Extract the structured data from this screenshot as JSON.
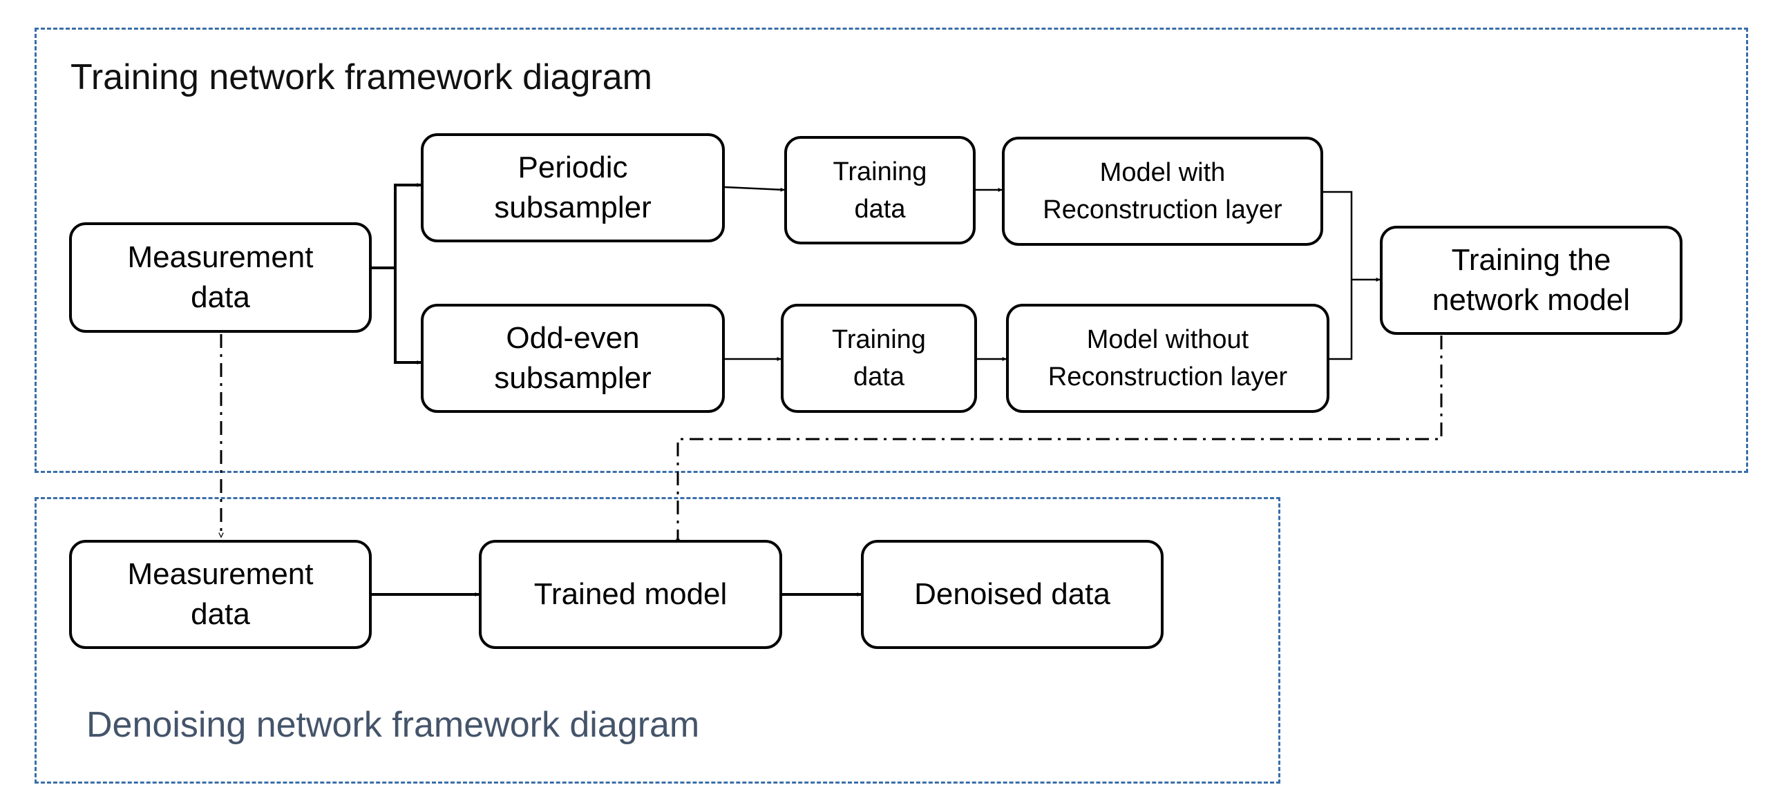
{
  "training_group": {
    "title": "Training network framework diagram",
    "nodes": {
      "measurement": "Measurement\ndata",
      "periodic_subsampler": "Periodic\nsubsampler",
      "odd_even_subsampler": "Odd-even\nsubsampler",
      "training_data_top": "Training\ndata",
      "training_data_bottom": "Training\ndata",
      "model_with": "Model with\nReconstruction layer",
      "model_without": "Model without\nReconstruction layer",
      "training_model": "Training the\nnetwork model"
    }
  },
  "denoising_group": {
    "title": "Denoising network framework diagram",
    "nodes": {
      "measurement": "Measurement\ndata",
      "trained_model": "Trained model",
      "denoised": "Denoised data"
    }
  },
  "colors": {
    "frame_border": "#3a6ea8",
    "denoising_title": "#44546a",
    "node_border": "#000000"
  }
}
